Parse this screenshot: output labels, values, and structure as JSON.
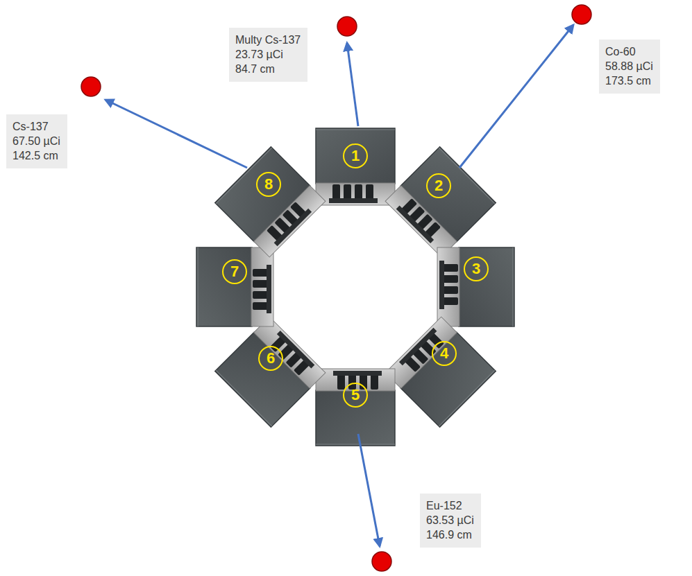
{
  "diagram": {
    "nodes": [
      {
        "text": [
          "Multy Cs-137",
          "23.73 µCi",
          "84.7 cm"
        ]
      },
      {
        "text": [
          "Co-60",
          "58.88 µCi",
          "173.5 cm"
        ]
      },
      {
        "text": [
          "Cs-137",
          "67.50 µCi",
          "142.5 cm"
        ]
      },
      {
        "text": [
          "1"
        ]
      },
      {
        "text": [
          "2"
        ]
      },
      {
        "text": [
          "3"
        ]
      },
      {
        "text": [
          "4"
        ]
      },
      {
        "text": [
          "5"
        ]
      },
      {
        "text": [
          "6"
        ]
      },
      {
        "text": [
          "7"
        ]
      },
      {
        "text": [
          "8"
        ]
      },
      {
        "text": [
          "Eu-152",
          "63.53 µCi",
          "146.9 cm"
        ]
      }
    ]
  }
}
